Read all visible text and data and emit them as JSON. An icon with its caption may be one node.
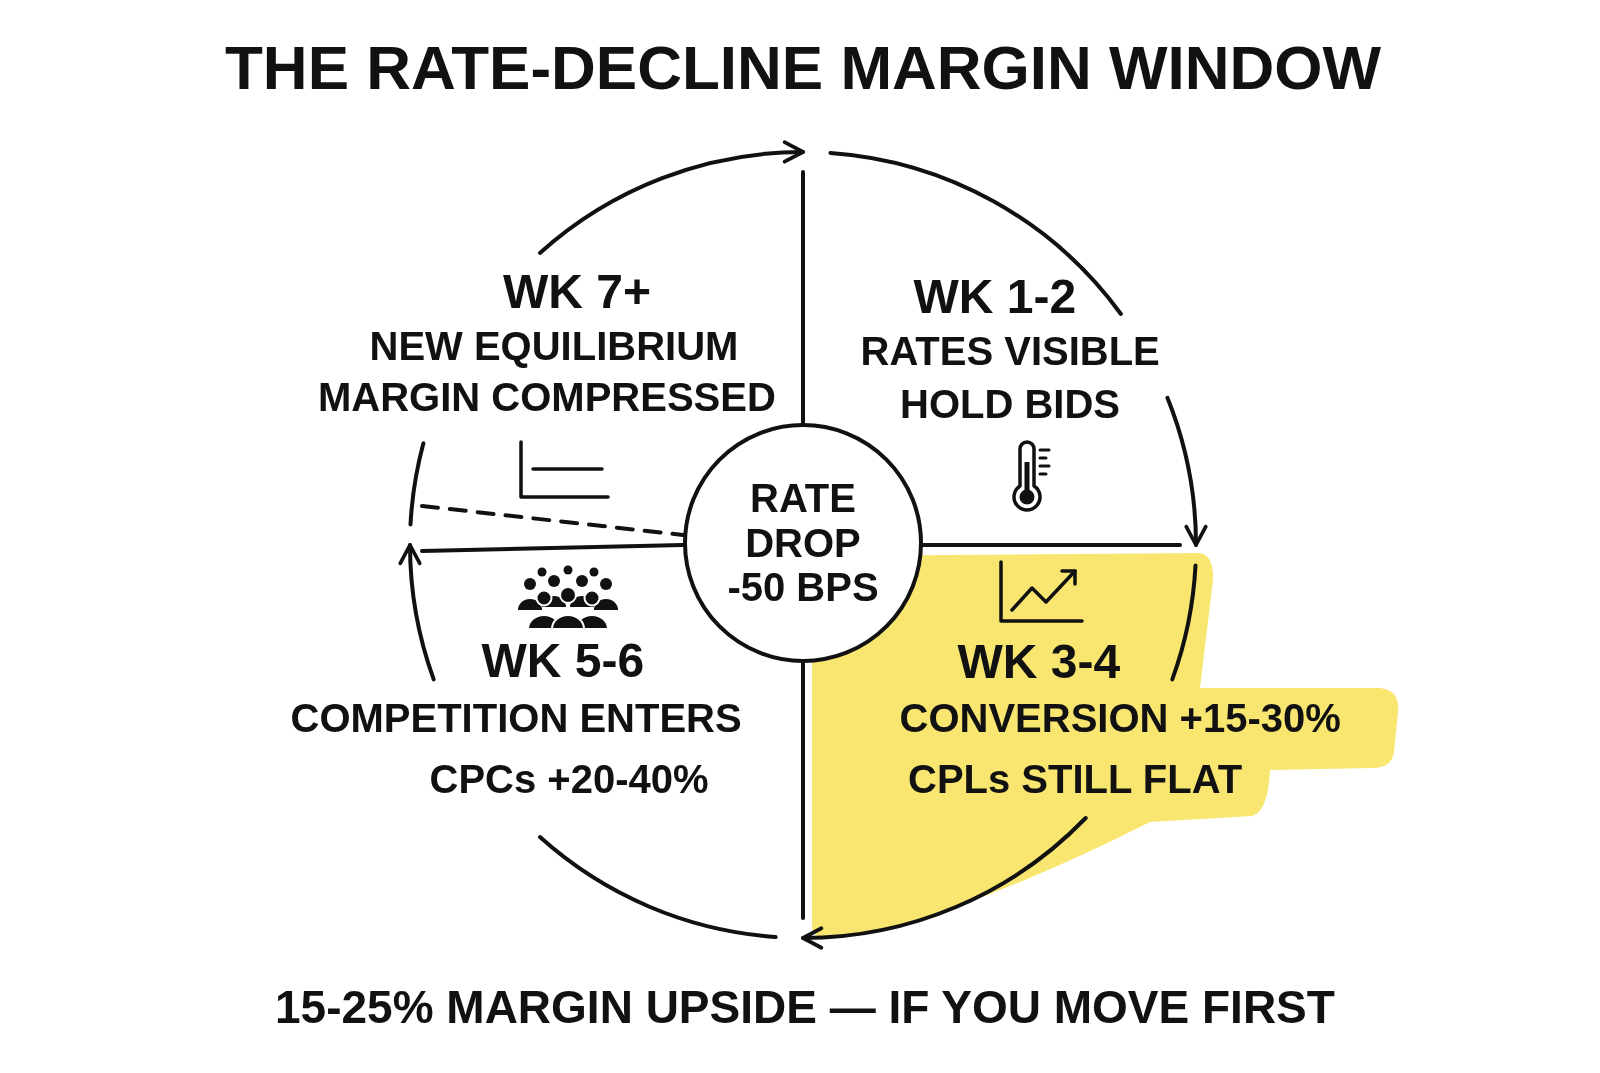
{
  "diagram": {
    "title": "THE RATE-DECLINE MARGIN WINDOW",
    "caption": "15-25% MARGIN UPSIDE — IF YOU MOVE FIRST",
    "nodes": [
      {
        "text": [
          "WK 7+",
          "NEW EQUILIBRIUM",
          "MARGIN COMPRESSED"
        ]
      },
      {
        "text": [
          "WK 1-2",
          "RATES VISIBLE",
          "HOLD BIDS"
        ]
      },
      {
        "text": [
          "RATE DROP -50 BPS"
        ]
      },
      {
        "text": [
          "WK 5-6",
          "COMPETITION ENTERS",
          "CPCs +20-40%"
        ]
      },
      {
        "text": [
          "WK 3-4",
          "CONVERSION +15-30%",
          "CPLs STILL FLAT"
        ]
      }
    ],
    "edges": [
      {
        "from": 0,
        "to": 1,
        "arrow": "to"
      },
      {
        "from": 1,
        "to": 4,
        "arrow": "to"
      },
      {
        "from": 4,
        "to": 3,
        "arrow": "to"
      },
      {
        "from": 3,
        "to": 0,
        "arrow": "to"
      }
    ]
  }
}
